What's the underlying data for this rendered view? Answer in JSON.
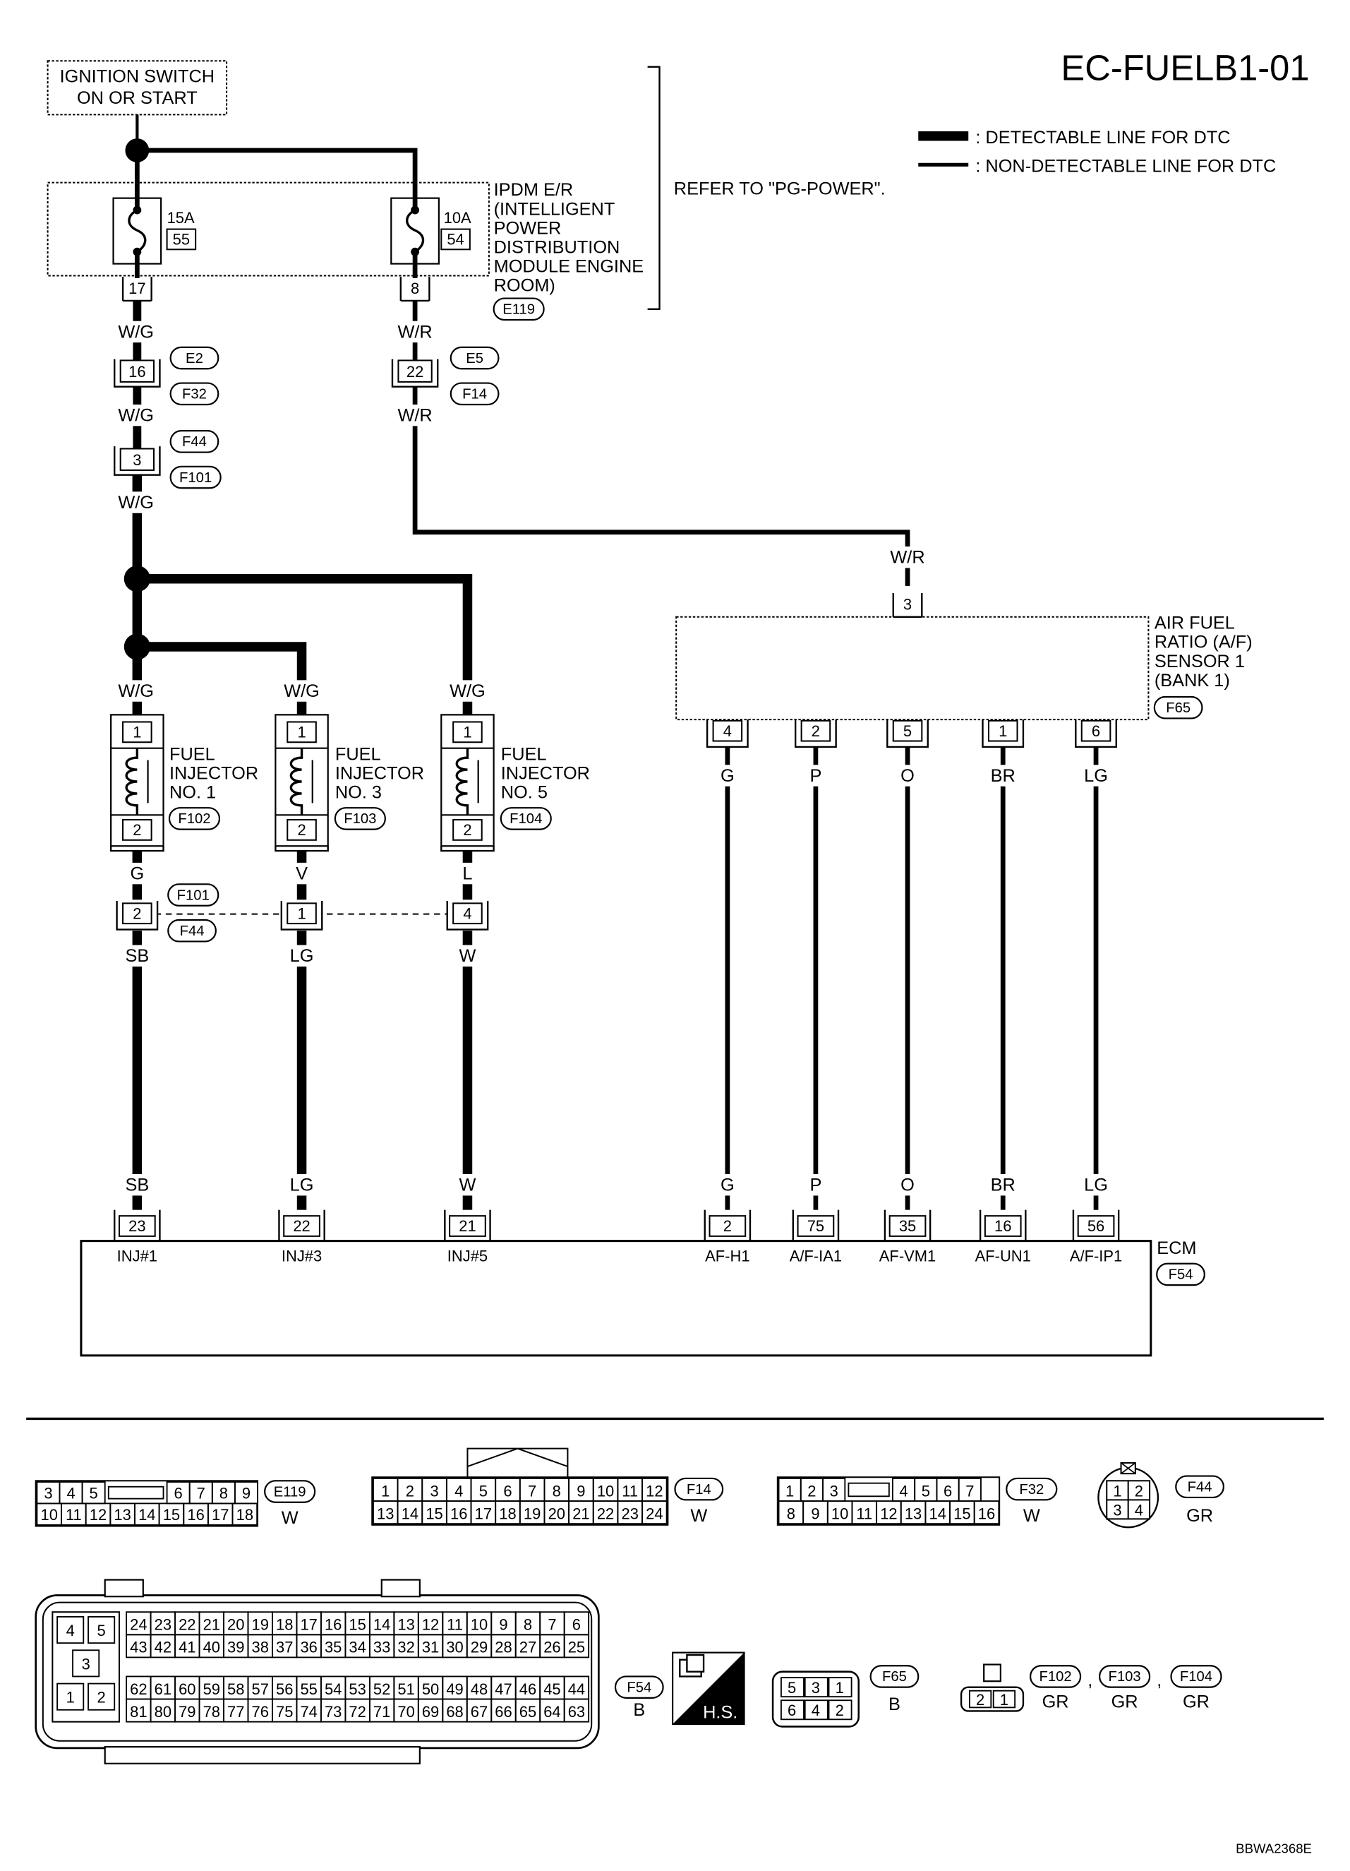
{
  "title": "EC-FUELB1-01",
  "code": "BBWA2368E",
  "legend": {
    "detectable": ": DETECTABLE LINE FOR DTC",
    "non_detectable": ": NON-DETECTABLE LINE FOR DTC"
  },
  "ignition": {
    "line1": "IGNITION SWITCH",
    "line2": "ON OR START"
  },
  "refer": "REFER TO \"PG-POWER\".",
  "ipdm": {
    "lines": [
      "IPDM E/R",
      "(INTELLIGENT",
      "POWER",
      "DISTRIBUTION",
      "MODULE ENGINE",
      "ROOM)"
    ],
    "connector": "E119",
    "fuse1": {
      "amp": "15A",
      "num": "55",
      "pin": "17"
    },
    "fuse2": {
      "amp": "10A",
      "num": "54",
      "pin": "8"
    }
  },
  "wires": {
    "wg": "W/G",
    "wr": "W/R",
    "g": "G",
    "v": "V",
    "l": "L",
    "sb": "SB",
    "lg": "LG",
    "w": "W",
    "p": "P",
    "o": "O",
    "br": "BR"
  },
  "joints": {
    "j1": {
      "pin": "16",
      "a": "E2",
      "b": "F32"
    },
    "j2": {
      "pin": "22",
      "a": "E5",
      "b": "F14"
    },
    "j3": {
      "pin": "3",
      "a": "F44",
      "b": "F101"
    },
    "j4": {
      "pins": [
        "2",
        "1",
        "4"
      ],
      "a": "F101",
      "b": "F44"
    }
  },
  "injectors": [
    {
      "line1": "FUEL",
      "line2": "INJECTOR",
      "line3": "NO. 1",
      "conn": "F102",
      "pin_top": "1",
      "pin_bot": "2"
    },
    {
      "line1": "FUEL",
      "line2": "INJECTOR",
      "line3": "NO. 3",
      "conn": "F103",
      "pin_top": "1",
      "pin_bot": "2"
    },
    {
      "line1": "FUEL",
      "line2": "INJECTOR",
      "line3": "NO. 5",
      "conn": "F104",
      "pin_top": "1",
      "pin_bot": "2"
    }
  ],
  "af_sensor": {
    "lines": [
      "AIR FUEL",
      "RATIO (A/F)",
      "SENSOR 1",
      "(BANK 1)"
    ],
    "conn": "F65",
    "in_pin": "3",
    "pins": [
      "4",
      "2",
      "5",
      "1",
      "6"
    ]
  },
  "ecm": {
    "label": "ECM",
    "conn": "F54",
    "pins": [
      "23",
      "22",
      "21",
      "2",
      "75",
      "35",
      "16",
      "56"
    ],
    "terms": [
      "INJ#1",
      "INJ#3",
      "INJ#5",
      "AF-H1",
      "A/F-IA1",
      "AF-VM1",
      "AF-UN1",
      "A/F-IP1"
    ]
  },
  "connectors": {
    "e119": {
      "id": "E119",
      "color": "W",
      "top": [
        "3",
        "4",
        "5",
        "6",
        "7",
        "8",
        "9"
      ],
      "bottom": [
        "10",
        "11",
        "12",
        "13",
        "14",
        "15",
        "16",
        "17",
        "18"
      ]
    },
    "f14": {
      "id": "F14",
      "color": "W",
      "top": [
        "1",
        "2",
        "3",
        "4",
        "5",
        "6",
        "7",
        "8",
        "9",
        "10",
        "11",
        "12"
      ],
      "bottom": [
        "13",
        "14",
        "15",
        "16",
        "17",
        "18",
        "19",
        "20",
        "21",
        "22",
        "23",
        "24"
      ]
    },
    "f32": {
      "id": "F32",
      "color": "W",
      "top": [
        "1",
        "2",
        "3",
        "4",
        "5",
        "6",
        "7"
      ],
      "bottom": [
        "8",
        "9",
        "10",
        "11",
        "12",
        "13",
        "14",
        "15",
        "16"
      ]
    },
    "f44": {
      "id": "F44",
      "color": "GR",
      "pins": [
        "1",
        "2",
        "3",
        "4"
      ]
    },
    "f54": {
      "id": "F54",
      "color": "B",
      "left_top": [
        "4",
        "5"
      ],
      "left_mid": "3",
      "left_bot": [
        "1",
        "2"
      ],
      "row1": [
        "24",
        "23",
        "22",
        "21",
        "20",
        "19",
        "18",
        "17",
        "16",
        "15",
        "14",
        "13",
        "12",
        "11",
        "10",
        "9",
        "8",
        "7",
        "6"
      ],
      "row2": [
        "43",
        "42",
        "41",
        "40",
        "39",
        "38",
        "37",
        "36",
        "35",
        "34",
        "33",
        "32",
        "31",
        "30",
        "29",
        "28",
        "27",
        "26",
        "25"
      ],
      "row3": [
        "62",
        "61",
        "60",
        "59",
        "58",
        "57",
        "56",
        "55",
        "54",
        "53",
        "52",
        "51",
        "50",
        "49",
        "48",
        "47",
        "46",
        "45",
        "44"
      ],
      "row4": [
        "81",
        "80",
        "79",
        "78",
        "77",
        "76",
        "75",
        "74",
        "73",
        "72",
        "71",
        "70",
        "69",
        "68",
        "67",
        "66",
        "65",
        "64",
        "63"
      ]
    },
    "hs": "H.S.",
    "f65": {
      "id": "F65",
      "color": "B",
      "top": [
        "5",
        "3",
        "1"
      ],
      "bottom": [
        "6",
        "4",
        "2"
      ]
    },
    "inj": {
      "pins": [
        "2",
        "1"
      ],
      "ids": [
        "F102",
        "F103",
        "F104"
      ],
      "color": "GR",
      "sep": ","
    }
  }
}
